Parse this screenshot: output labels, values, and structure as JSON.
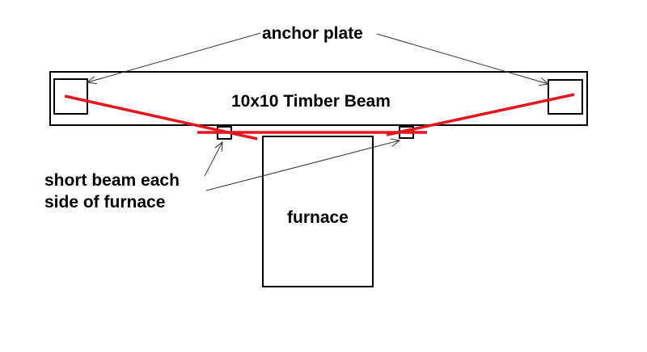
{
  "labels": {
    "anchor_plate": "anchor plate",
    "beam": "10x10 Timber Beam",
    "short_beam_line1": "short beam each",
    "short_beam_line2": "side of furnace",
    "furnace": "furnace"
  },
  "colors": {
    "outline": "#000000",
    "red_line": "#e8141e",
    "arrow": "#333333",
    "background": "#ffffff"
  }
}
